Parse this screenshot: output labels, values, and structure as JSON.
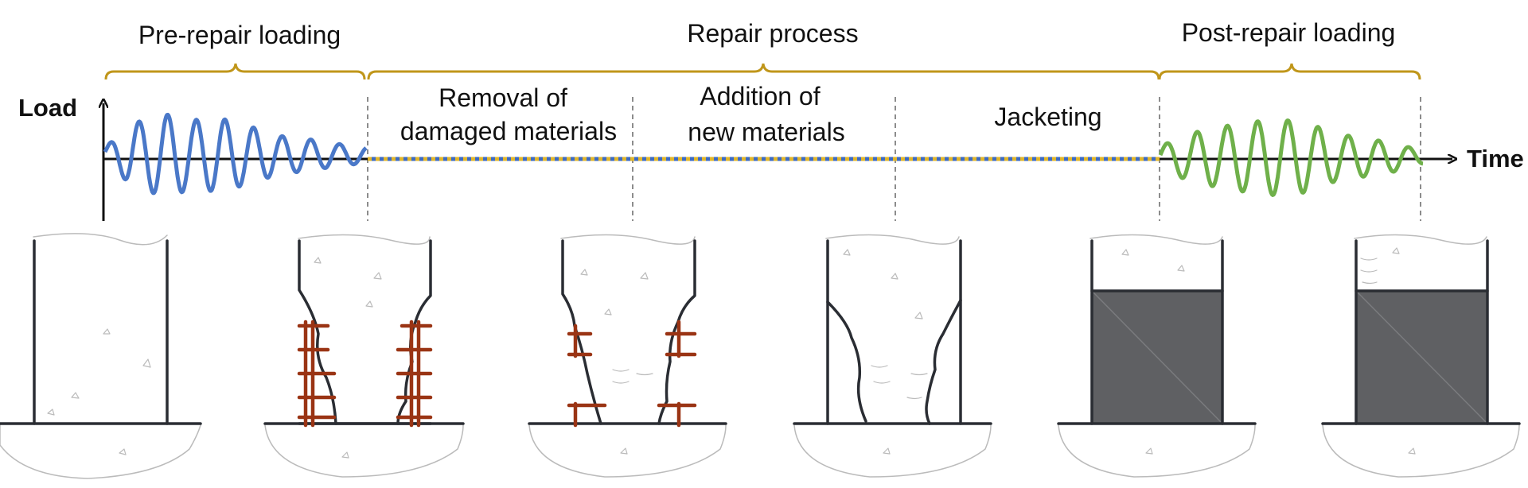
{
  "phases": {
    "pre_repair": "Pre-repair loading",
    "repair": "Repair process",
    "post_repair": "Post-repair loading"
  },
  "steps": {
    "removal": [
      "Removal of",
      "damaged materials"
    ],
    "addition": [
      "Addition of",
      "new materials"
    ],
    "jacketing": "Jacketing"
  },
  "axes": {
    "y_label": "Load",
    "x_label": "Time"
  },
  "colors": {
    "bracket": "#c0961a",
    "pre_signal": "#4a78c8",
    "post_signal": "#6fb04a",
    "rebar": "#9a3414",
    "jacket": "#5f6063",
    "outline": "#2a2d33",
    "repair_line_a": "#3d6bc1",
    "repair_line_b": "#e0b52a"
  }
}
